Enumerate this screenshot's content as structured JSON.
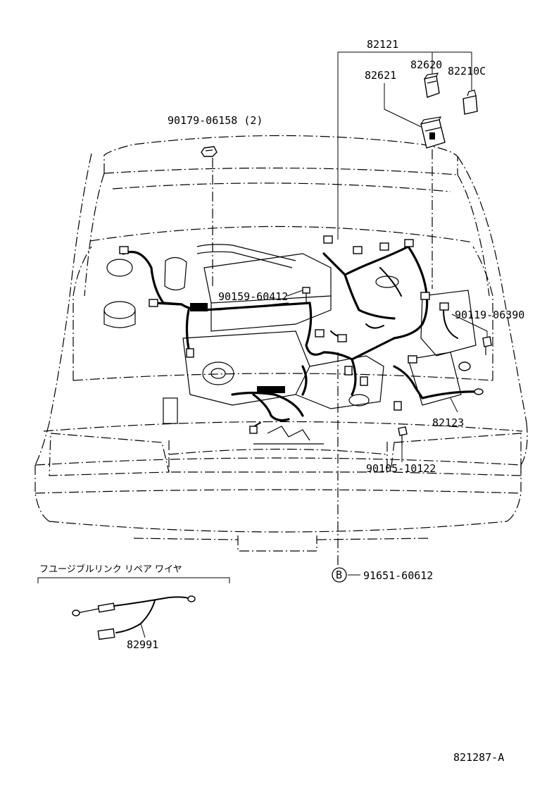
{
  "diagram": {
    "part_labels": {
      "p82121": "82121",
      "p82620": "82620",
      "p82621": "82621",
      "p82210c": "82210C",
      "p90179": "90179-06158 (2)",
      "p90159": "90159-60412",
      "p90119": "90119-06390",
      "p82123": "82123",
      "p90105": "90105-10122",
      "p91651": "91651-60612",
      "p82991": "82991"
    },
    "callout_b": "B",
    "inset_title": "フユージブルリンク リペア ワイヤ",
    "figure_id": "821287-A"
  }
}
